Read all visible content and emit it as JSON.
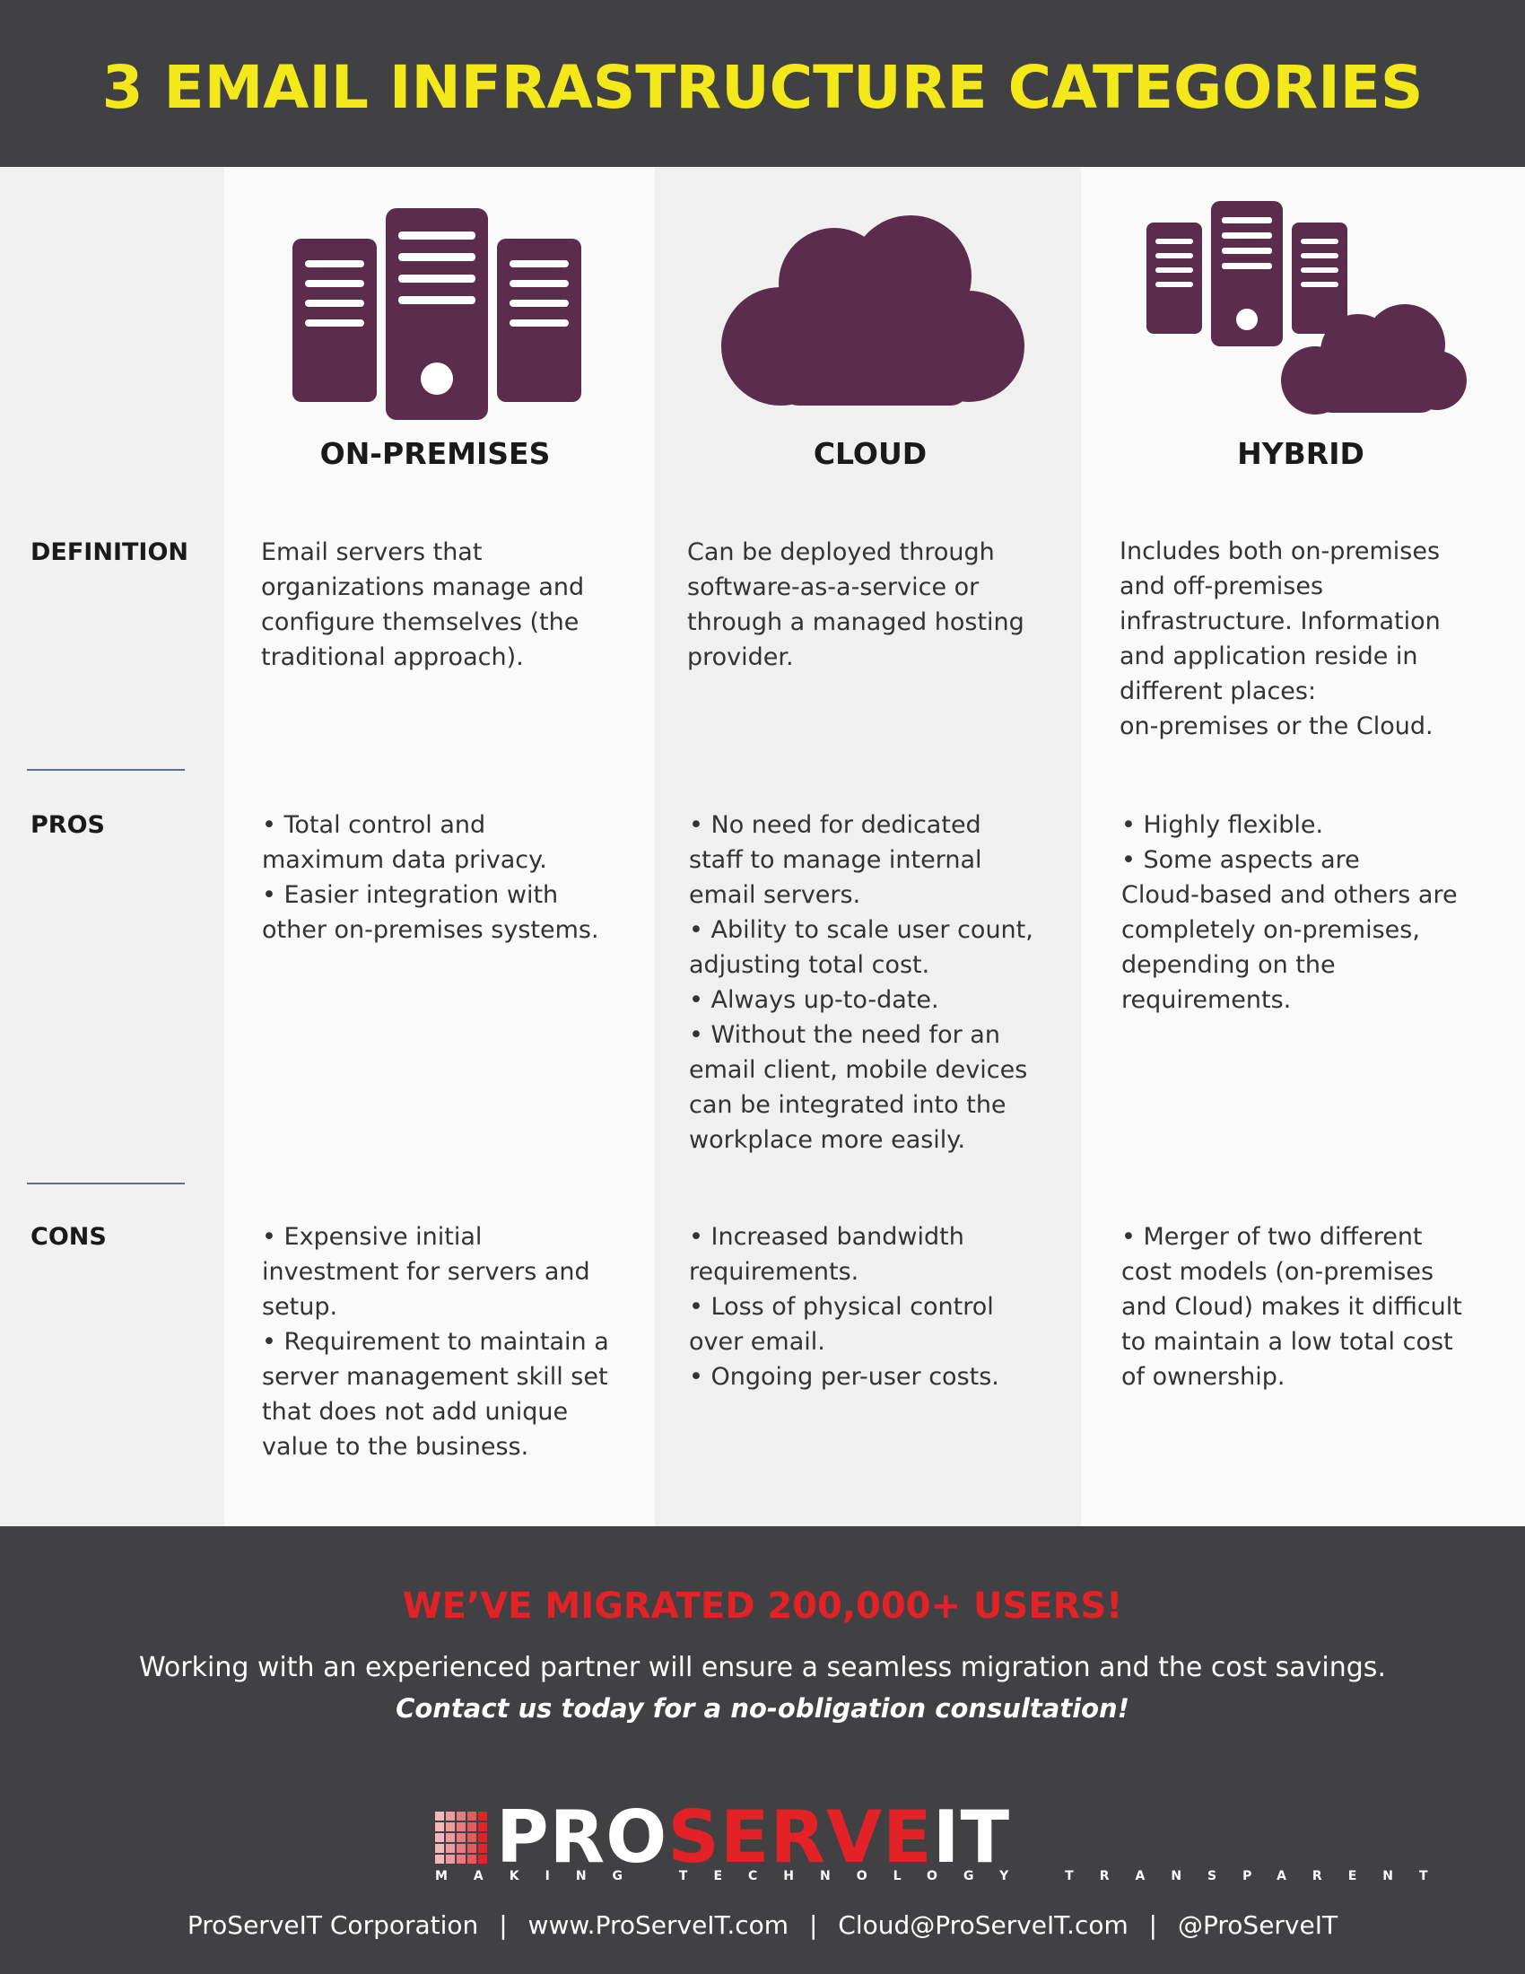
{
  "header": {
    "title": "3 EMAIL INFRASTRUCTURE CATEGORIES"
  },
  "colors": {
    "header_bg": "#414042",
    "title_yellow": "#f2e81a",
    "icon_plum": "#5b2c4b",
    "accent_red": "#e32227"
  },
  "columns": [
    {
      "title": "ON-PREMISES",
      "icon": "server-rack-icon"
    },
    {
      "title": "CLOUD",
      "icon": "cloud-icon"
    },
    {
      "title": "HYBRID",
      "icon": "servers-and-cloud-icon"
    }
  ],
  "rows": {
    "definition": {
      "label": "DEFINITION",
      "cells": [
        "Email servers that\norganizations manage and\nconfigure themselves (the\ntraditional approach).",
        "Can be deployed through\nsoftware-as-a-service or\nthrough a managed hosting\nprovider.",
        "Includes both on-premises\nand off-premises\ninfrastructure. Information\nand application reside in\ndifferent places:\non-premises or the Cloud."
      ]
    },
    "pros": {
      "label": "PROS",
      "cells": [
        "• Total control and\nmaximum data privacy.\n• Easier integration with\nother on-premises systems.",
        "• No need for dedicated\nstaff to manage internal\nemail servers.\n• Ability to scale user count,\nadjusting total cost.\n• Always up-to-date.\n• Without the need for an\nemail client, mobile devices\ncan be integrated into the\nworkplace more easily.",
        "• Highly flexible.\n• Some aspects are\nCloud-based and others are\ncompletely on-premises,\ndepending on the\nrequirements."
      ]
    },
    "cons": {
      "label": "CONS",
      "cells": [
        "• Expensive initial\ninvestment for servers and\nsetup.\n• Requirement to maintain a\nserver management skill set\nthat does not add unique\nvalue to the business.",
        "• Increased bandwidth\nrequirements.\n• Loss of physical control\nover email.\n• Ongoing per-user costs.",
        "• Merger of two different\ncost models (on-premises\nand Cloud) makes it difficult\nto maintain a low total cost\nof ownership."
      ]
    }
  },
  "footer": {
    "headline": "WE’VE MIGRATED 200,000+ USERS!",
    "subtext": "Working with an experienced partner will ensure a seamless migration and the cost savings.",
    "cta": "Contact us today for a no-obligation consultation!",
    "logo": {
      "part1": "PRO",
      "part2": "SERVE",
      "part3": "IT",
      "tagline": "MAKING TECHNOLOGY TRANSPARENT"
    },
    "contact": {
      "company": "ProServeIT Corporation",
      "website": "www.ProServeIT.com",
      "email": "Cloud@ProServeIT.com",
      "social": "@ProServeIT",
      "separator": "|"
    }
  }
}
